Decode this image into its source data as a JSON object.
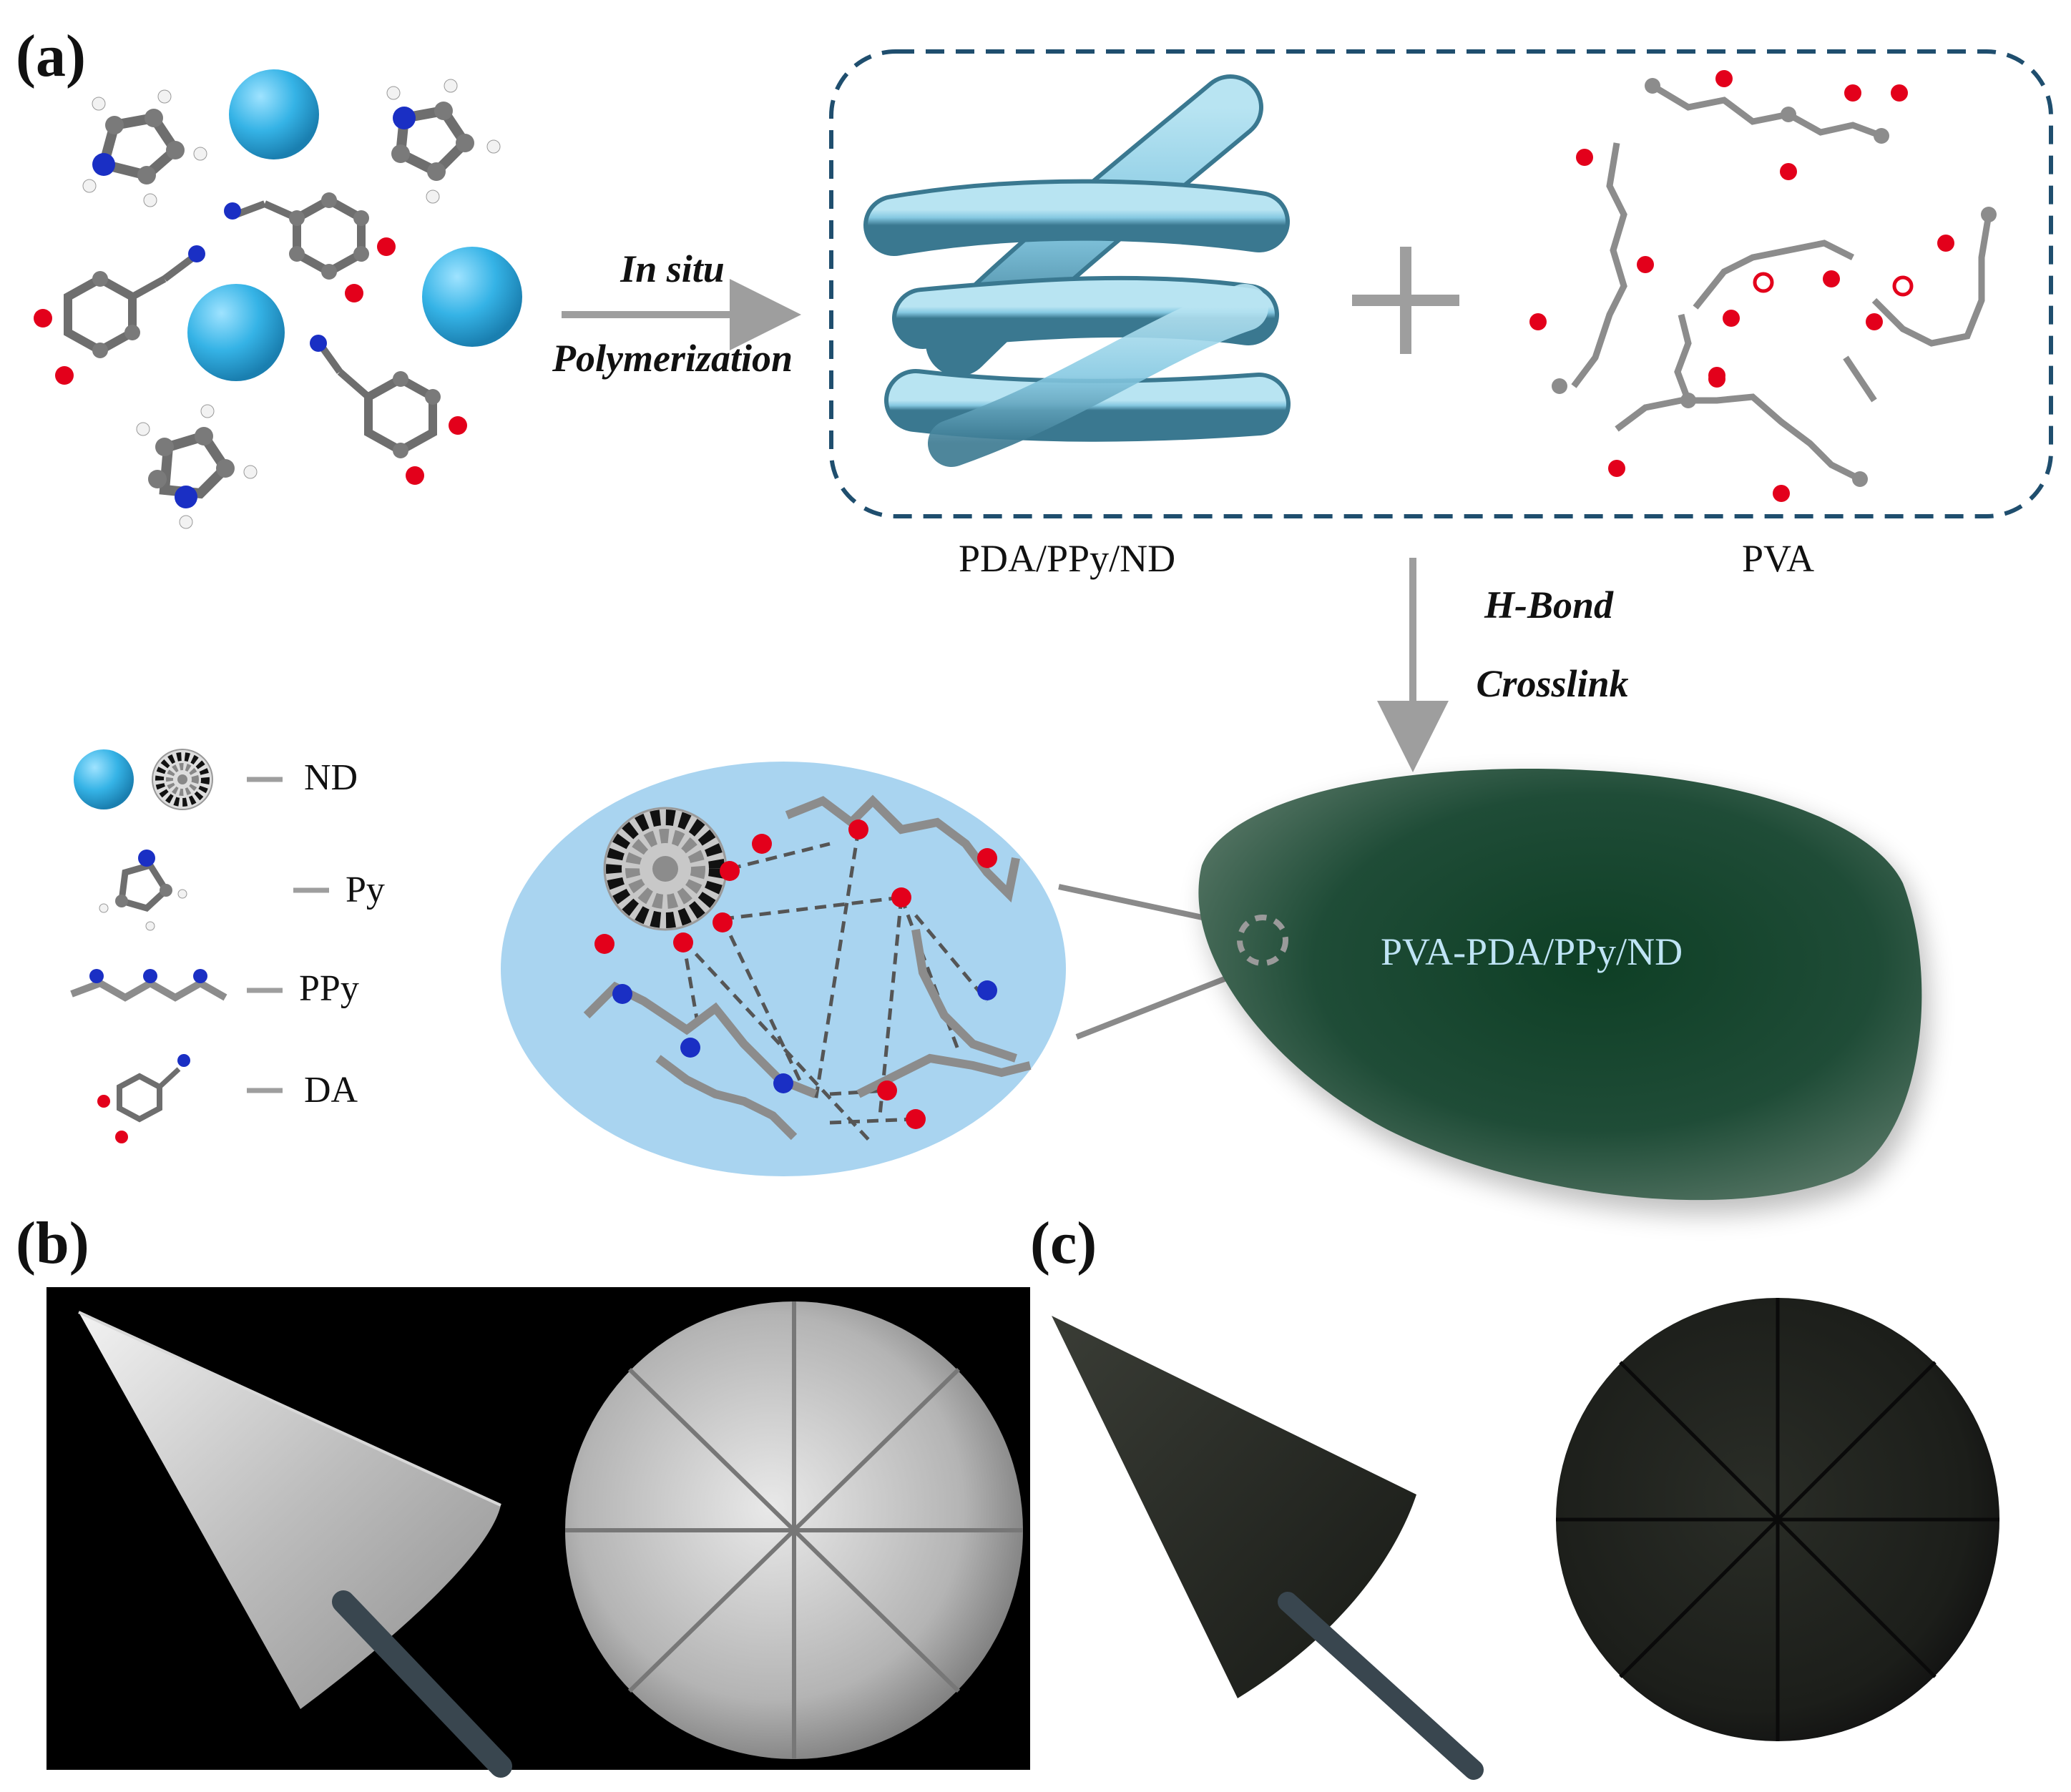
{
  "panels": {
    "a": "(a)",
    "b": "(b)",
    "c": "(c)"
  },
  "arrows": {
    "in_situ_line1": "In situ",
    "in_situ_line2": "Polymerization",
    "hbond_line1": "H-Bond",
    "hbond_line2": "Crosslink"
  },
  "labels": {
    "pda_ppy_nd": "PDA/PPy/ND",
    "pva": "PVA",
    "composite": "PVA-PDA/PPy/ND"
  },
  "legend": [
    {
      "icon": "nanodiamond-icon",
      "label": "ND"
    },
    {
      "icon": "pyrrole-molecule-icon",
      "label": "Py"
    },
    {
      "icon": "polypyrrole-chain-icon",
      "label": "PPy"
    },
    {
      "icon": "dopamine-molecule-icon",
      "label": "DA"
    }
  ],
  "colors": {
    "nd_blue": "#35b3e6",
    "fiber_blue": "#86c9e2",
    "dashed_box": "#1f4e6e",
    "oxygen_red": "#e3001b",
    "nitrogen_blue": "#1a2fc4",
    "carbon_grey": "#8a8a8a",
    "film_green": "#1e4a36",
    "composite_text": "#bfe4f5",
    "bubble_blue": "#a9d4f0"
  }
}
